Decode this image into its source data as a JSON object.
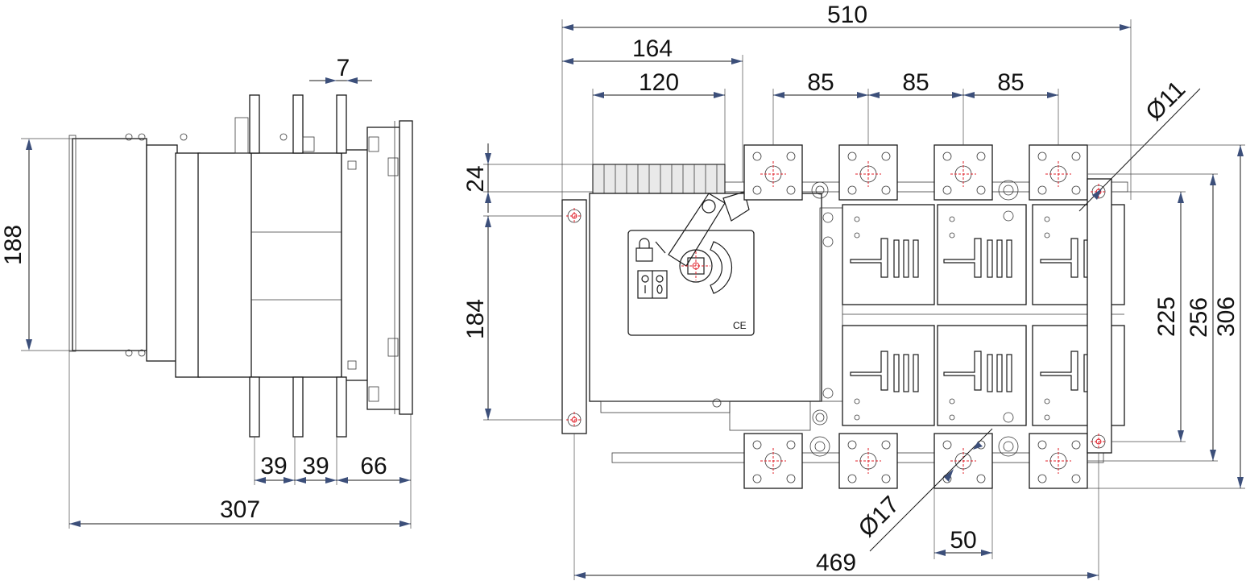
{
  "dimensions": {
    "side_height": "188",
    "side_top": "7",
    "side_pitch_1": "39",
    "side_pitch_2": "39",
    "side_rear": "66",
    "side_depth": "307",
    "front_total_width": "510",
    "front_164": "164",
    "front_120": "120",
    "front_pitch_1": "85",
    "front_pitch_2": "85",
    "front_pitch_3": "85",
    "hole_dia_small": "Ø11",
    "hole_dia_large": "Ø17",
    "front_24": "24",
    "front_184": "184",
    "front_225": "225",
    "front_256": "256",
    "front_306": "306",
    "front_terminal_width": "50",
    "front_mount_width": "469"
  },
  "labels": {
    "ce_mark": "CE"
  },
  "icons": {
    "padlock": "padlock-icon",
    "position_switch": "position-indicator-icon",
    "handle": "rotary-handle-icon"
  },
  "colors": {
    "line": "#1a1a1a",
    "arrow": "#3c4f7a",
    "center_mark": "#e0202a"
  }
}
